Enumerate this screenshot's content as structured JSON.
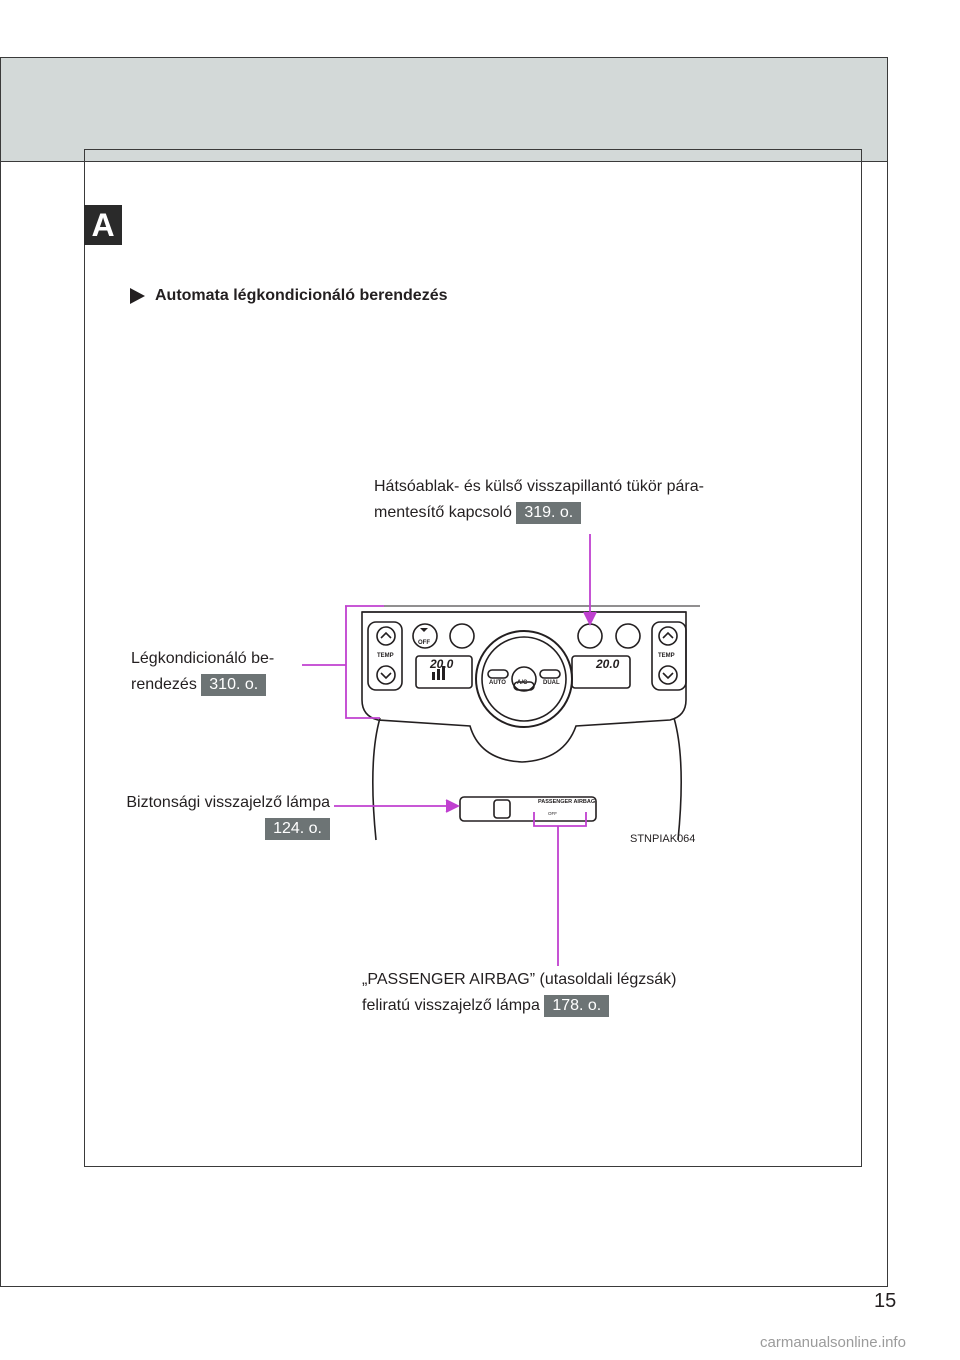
{
  "header": {
    "section_badge": "A"
  },
  "section": {
    "title": "Automata légkondicionáló berendezés"
  },
  "callouts": {
    "rear_defogger": {
      "line1": "Hátsóablak- és külső visszapillantó tükör pára-",
      "line2": "mentesítő kapcsoló",
      "ref": "319. o."
    },
    "air_conditioning": {
      "line1": "Légkondicionáló be-",
      "line2": "rendezés",
      "ref": "310. o."
    },
    "security_indicator": {
      "line1": "Biztonsági visszajelző lámpa",
      "ref": "124. o."
    },
    "passenger_airbag": {
      "line1": "„PASSENGER AIRBAG” (utasoldali légzsák)",
      "line2": "feliratú visszajelző lámpa",
      "ref": "178. o."
    }
  },
  "illustration": {
    "code": "STNPIAK064",
    "temp_label_left": "TEMP",
    "temp_label_right": "TEMP",
    "display_left": "20.0",
    "display_right": "20.0",
    "btn_off": "OFF",
    "btn_auto": "AUTO",
    "btn_ac": "A/C",
    "btn_dual": "DUAL",
    "airbag_panel_label": "PASSENGER AIRBAG",
    "airbag_off_label": "OFF",
    "accent_color": "#c040d0"
  },
  "footer": {
    "page_number": "15",
    "watermark": "carmanualsonline.info"
  }
}
